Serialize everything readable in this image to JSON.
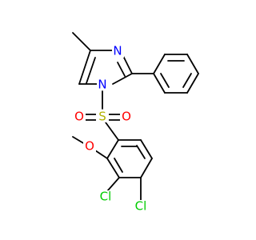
{
  "colors": {
    "bond": "#000000",
    "nitrogen": "#0000ff",
    "oxygen": "#ff0000",
    "sulfur": "#b2b200",
    "chlorine": "#00cc00"
  },
  "atoms": {
    "n_imidazole_top": "N",
    "n_imidazole_bottom": "N",
    "sulfur": "S",
    "oxygen_left": "O",
    "oxygen_right": "O",
    "oxygen_methoxy": "O",
    "chlorine_left": "Cl",
    "chlorine_right": "Cl"
  }
}
